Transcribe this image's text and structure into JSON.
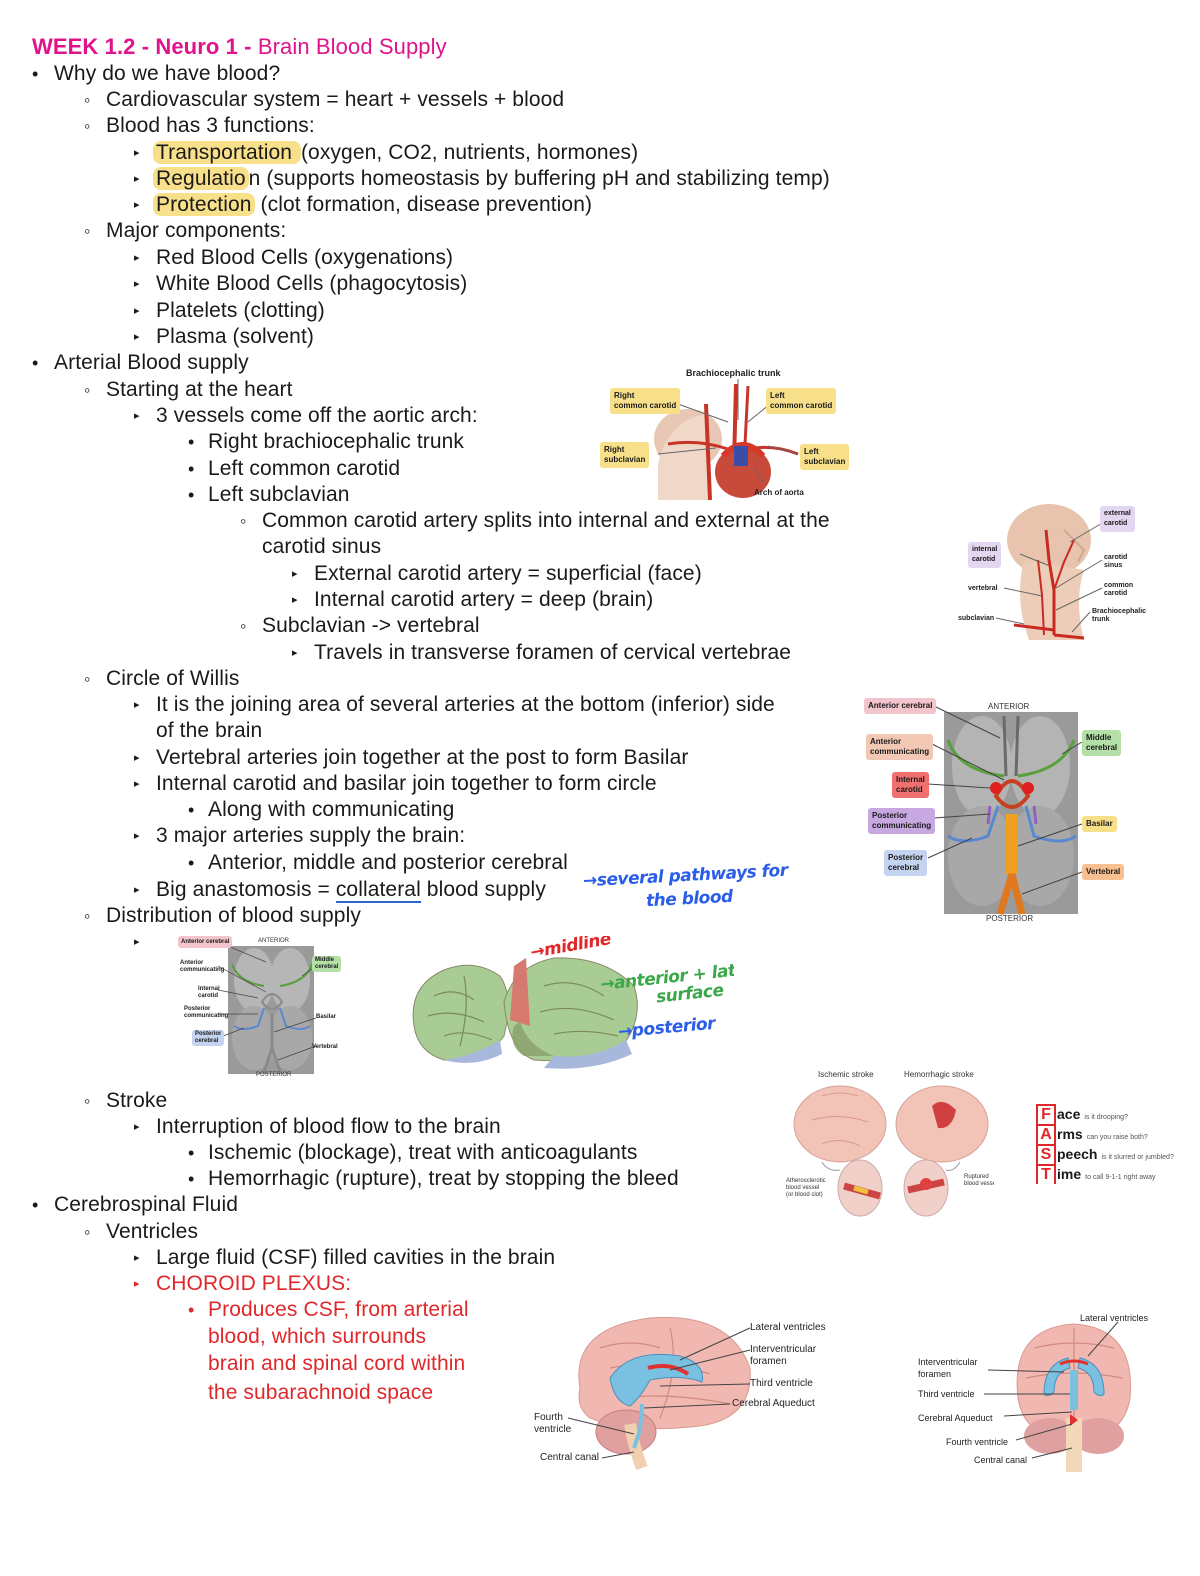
{
  "title": {
    "week": "WEEK 1.2 - Neuro 1 - ",
    "topic": "Brain Blood Supply"
  },
  "outline": {
    "l1": "Why do we have blood?",
    "l2": "Cardiovascular system = heart + vessels + blood",
    "l3": "Blood has 3 functions:",
    "l4a": "Transportation ",
    "l4b": "(oxygen, CO2, nutrients, hormones)",
    "l5a": "Regulatio",
    "l5b": "n (supports homeostasis by buffering pH and stabilizing temp)",
    "l6a": "Protection",
    "l6b": " (clot formation, disease prevention)",
    "l7": "Major components:",
    "l8": "Red Blood Cells (oxygenations)",
    "l9": "White Blood Cells (phagocytosis)",
    "l10": "Platelets (clotting)",
    "l11": "Plasma (solvent)",
    "l12": "Arterial Blood supply",
    "l13": "Starting at the heart",
    "l14": "3 vessels come off the aortic arch:",
    "l15": "Right brachiocephalic trunk",
    "l16": "Left common carotid",
    "l17": "Left subclavian",
    "l18": "Common carotid artery splits into internal and external at the",
    "l19": "carotid sinus",
    "l20": "External carotid artery = superficial (face)",
    "l21": "Internal carotid artery = deep (brain)",
    "l22": "Subclavian -> vertebral",
    "l23": "Travels in transverse foramen of cervical vertebrae",
    "l24": "Circle of Willis",
    "l25": "It is the joining area of several arteries at the bottom (inferior) side",
    "l26": "of the brain",
    "l27": "Vertebral arteries join together at the post to form Basilar",
    "l28": "Internal carotid and basilar join together to form circle",
    "l29": "Along with communicating",
    "l30": "3 major arteries supply the brain:",
    "l31": "Anterior, middle and posterior cerebral",
    "l32a": "Big anastomosis = ",
    "l32b": "collateral",
    "l32c": " blood supply",
    "l33": "Distribution of blood supply",
    "l34": "Stroke",
    "l35": "Interruption of blood flow to the brain",
    "l36": "Ischemic (blockage), treat with anticoagulants",
    "l37": "Hemorrhagic (rupture), treat by stopping the bleed",
    "l38": "Cerebrospinal Fluid",
    "l39": "Ventricles",
    "l40": "Large fluid (CSF) filled cavities in the brain",
    "l41": "CHOROID PLEXUS:",
    "l42": "Produces CSF, from arterial",
    "l43": "blood, which surrounds",
    "l44": "brain and spinal cord within",
    "l45": "the subarachnoid space"
  },
  "handwritten": {
    "n1": "→several pathways for",
    "n2": "the blood",
    "n3": "→midline",
    "n4": "→anterior + lateral",
    "n5": "surface",
    "n6": "→posterior"
  },
  "fig_heart": {
    "title": "Brachiocephalic trunk",
    "rc": "Right\ncommon carotid",
    "lc": "Left\ncommon carotid",
    "rs": "Right\nsubclavian",
    "ls": "Left\nsubclavian",
    "arch": "Arch of aorta"
  },
  "fig_neck": {
    "ext": "external\ncarotid",
    "int": "internal\ncarotid",
    "sinus": "carotid\nsinus",
    "vert": "vertebral",
    "cc": "common\ncarotid",
    "sub": "subclavian",
    "bt": "Brachiocephalic\ntrunk"
  },
  "fig_willis": {
    "anterior": "ANTERIOR",
    "posterior": "POSTERIOR",
    "ac": "Anterior cerebral",
    "acomm": "Anterior\ncommunicating",
    "ic": "Internal\ncarotid",
    "pcomm": "Posterior\ncommunicating",
    "pc": "Posterior\ncerebral",
    "mc": "Middle\ncerebral",
    "bas": "Basilar",
    "vert": "Vertebral"
  },
  "fig_stroke": {
    "isch": "Ischemic stroke",
    "hem": "Hemorrhagic stroke",
    "ath": "Atherosclerotic\nblood vessel\n(or blood clot)",
    "rup": "Ruptured\nblood vessel"
  },
  "fast": [
    {
      "letter": "F",
      "word": "ace",
      "sub": "is it drooping?"
    },
    {
      "letter": "A",
      "word": "rms",
      "sub": "can you raise both?"
    },
    {
      "letter": "S",
      "word": "peech",
      "sub": "is it slurred or jumbled?"
    },
    {
      "letter": "T",
      "word": "ime",
      "sub": "to call 9-1-1 right away"
    }
  ],
  "fig_vent_left": {
    "lv": "Lateral ventricles",
    "ivf": "Interventricular\nforamen",
    "tv": "Third ventricle",
    "ca": "Cerebral Aqueduct",
    "fv": "Fourth\nventricle",
    "cc": "Central canal"
  },
  "fig_vent_right": {
    "lv": "Lateral ventricles",
    "ivf": "Interventricular\nforamen",
    "tv": "Third ventricle",
    "ca": "Cerebral Aqueduct",
    "fv": "Fourth ventricle",
    "cc": "Central canal"
  },
  "colors": {
    "title": "#e0128c",
    "highlight": "#f8e08a",
    "ink": "#2a5ee8",
    "red": "#e0282a"
  }
}
